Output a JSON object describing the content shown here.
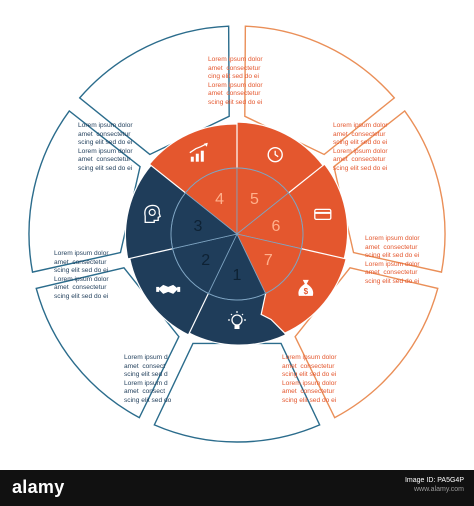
{
  "diagram": {
    "segments": [
      {
        "number": "1",
        "icon": "lightbulb-icon",
        "color": "#1f3d5a",
        "text_color": "blue",
        "lines": [
          "Lorem ipsum d",
          "amet  consect",
          "scing elit sed d",
          "Lorem ipsum d",
          "amet  consect",
          "scing elit sed do"
        ]
      },
      {
        "number": "2",
        "icon": "handshake-icon",
        "color": "#1f3d5a",
        "text_color": "blue",
        "lines": [
          "Lorem ipsum dolor",
          "amet  consectetur",
          "scing elit sed do ei",
          "Lorem ipsum dolor",
          "amet  consectetur",
          "scing elit sed do ei"
        ]
      },
      {
        "number": "3",
        "icon": "head-gear-icon",
        "color": "#1f3d5a",
        "text_color": "blue",
        "lines": [
          "Lorem ipsum dolor",
          "amet  consectetur",
          "scing elit sed do ei",
          "Lorem ipsum dolor",
          "amet  consectetur",
          "scing elit sed do ei"
        ]
      },
      {
        "number": "4",
        "icon": "growth-chart-icon",
        "color": "#e4572e",
        "text_color": "orange",
        "lines": [
          "Lorem ipsum dolor",
          "amet  consectetur",
          "cing elit sed do ei",
          "Lorem ipsum dolor",
          "amet  consectetur",
          "scing elit sed do ei"
        ]
      },
      {
        "number": "5",
        "icon": "clock-icon",
        "color": "#e4572e",
        "text_color": "orange",
        "lines": [
          "Lorem ipsum dolor",
          "amet  consectetur",
          "scing elit sed do ei",
          "Lorem ipsum dolor",
          "amet  consectetur",
          "scing elit sed do ei"
        ]
      },
      {
        "number": "6",
        "icon": "credit-card-icon",
        "color": "#e4572e",
        "text_color": "orange",
        "lines": [
          "Lorem ipsum dolor",
          "amet  consectetur",
          "scing elit sed do ei",
          "Lorem ipsum dolor",
          "amet  consectetur",
          "scing elit sed do ei"
        ]
      },
      {
        "number": "7",
        "icon": "money-bag-icon",
        "color": "#e4572e",
        "text_color": "orange",
        "lines": [
          "Lorem ipsum dolor",
          "amet  consectetur",
          "scing elit sed do ei",
          "Lorem ipsum dolor",
          "amet  consectetur",
          "scing elit sed do ei"
        ]
      }
    ],
    "outline_colors": {
      "left": "#2b6c8c",
      "right": "#ea8f58"
    },
    "inner_divider_color": "#7ea4c2",
    "number_color_dark": "#0e2234"
  },
  "footer": {
    "logo": "alamy",
    "image_id": "Image ID: PA5G4P",
    "url": "www.alamy.com"
  }
}
